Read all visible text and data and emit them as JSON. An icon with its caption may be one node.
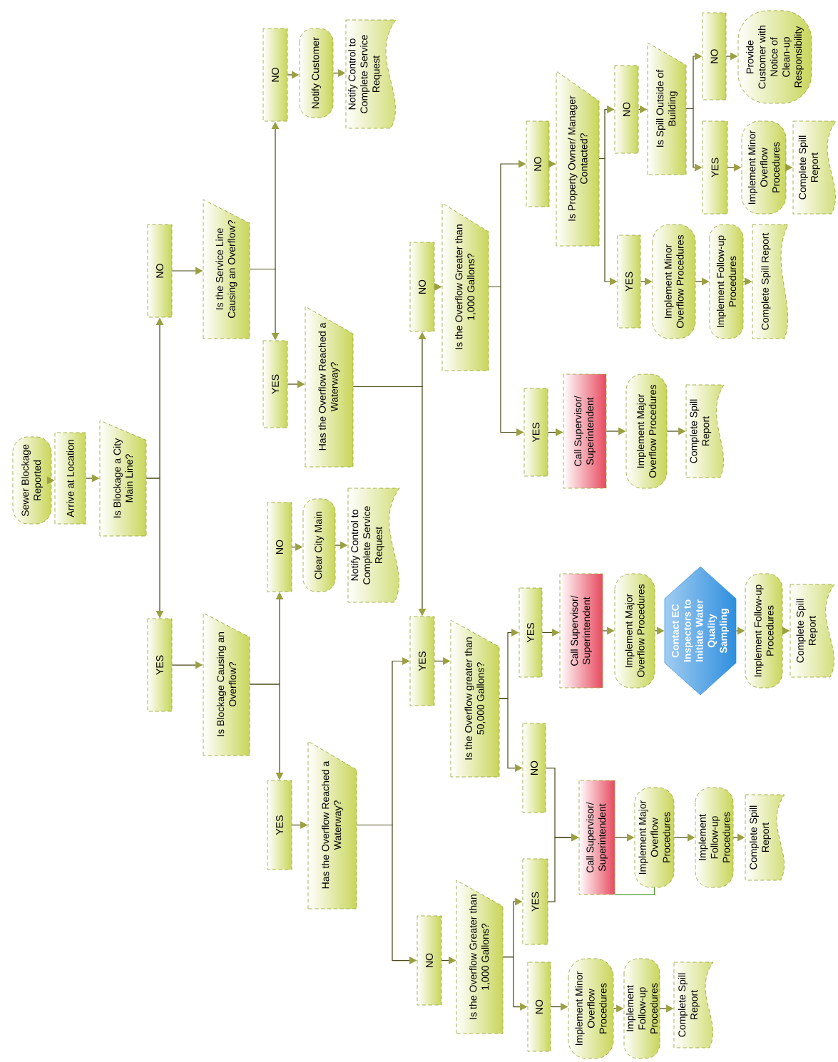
{
  "diagram": {
    "nodes": [
      {
        "text": [
          "Sewer Blockage Reported"
        ]
      },
      {
        "text": [
          "Arrive at Location"
        ]
      },
      {
        "text": [
          "Is Blockage a City Main Line?"
        ]
      },
      {
        "text": [
          "NO"
        ]
      },
      {
        "text": [
          "Is the Service Line Causing an Overflow?"
        ]
      },
      {
        "text": [
          "NO"
        ]
      },
      {
        "text": [
          "Notify Customer"
        ]
      },
      {
        "text": [
          "Notify Control to Complete Service Request"
        ]
      },
      {
        "text": [
          "YES"
        ]
      },
      {
        "text": [
          "Has the Overflow Reached a Waterway?"
        ]
      },
      {
        "text": [
          "YES"
        ]
      },
      {
        "text": [
          "Is Blockage Causing an Overflow?"
        ]
      },
      {
        "text": [
          "NO"
        ]
      },
      {
        "text": [
          "Clear City Main"
        ]
      },
      {
        "text": [
          "Notify Control to Complete Service Request"
        ]
      },
      {
        "text": [
          "YES"
        ]
      },
      {
        "text": [
          "Has the Overflow Reached a Waterway?"
        ]
      },
      {
        "text": [
          "NO"
        ]
      },
      {
        "text": [
          "Is the Overflow Greater than 1,000 Gallons?"
        ]
      },
      {
        "text": [
          "YES"
        ]
      },
      {
        "text": [
          "Call Supervisor/ Superintendent"
        ]
      },
      {
        "text": [
          "Implement Major Overflow Procedures"
        ]
      },
      {
        "text": [
          "Complete Spill Report"
        ]
      },
      {
        "text": [
          "NO"
        ]
      },
      {
        "text": [
          "Is Property Owner/ Manager Contacted?"
        ]
      },
      {
        "text": [
          "NO"
        ]
      },
      {
        "text": [
          "Is Spill Outside of Building"
        ]
      },
      {
        "text": [
          "NO"
        ]
      },
      {
        "text": [
          "Provide Customer with Notice of Clean-up Responsibility"
        ]
      },
      {
        "text": [
          "YES"
        ]
      },
      {
        "text": [
          "Implement Minor Overflow Procedures"
        ]
      },
      {
        "text": [
          "Complete Spill Report"
        ]
      },
      {
        "text": [
          "YES"
        ]
      },
      {
        "text": [
          "Implement Minor Overflow Procedures"
        ]
      },
      {
        "text": [
          "Implement Follow-up Procedures"
        ]
      },
      {
        "text": [
          "Complete Spill Report"
        ]
      },
      {
        "text": [
          "YES"
        ]
      },
      {
        "text": [
          "Is the Overflow greater than 50,000 Gallons?"
        ]
      },
      {
        "text": [
          "YES"
        ]
      },
      {
        "text": [
          "Call Supervisor/ Superintendent"
        ]
      },
      {
        "text": [
          "Implement Major Overflow Procedures"
        ]
      },
      {
        "text": [
          "Contact EC Inspectors to Initiate Water Quality Sampling"
        ]
      },
      {
        "text": [
          "Implement Follow-up Procedures"
        ]
      },
      {
        "text": [
          "Complete Spill Report"
        ]
      },
      {
        "text": [
          "NO"
        ]
      },
      {
        "text": [
          "NO"
        ]
      },
      {
        "text": [
          "Is the Overflow Greater than 1,000 Gallons?"
        ]
      },
      {
        "text": [
          "YES"
        ]
      },
      {
        "text": [
          "Call Supervisor/ Superintendent"
        ]
      },
      {
        "text": [
          "Implement Major Overflow Procedures"
        ]
      },
      {
        "text": [
          "Implement Follow-up Procedures"
        ]
      },
      {
        "text": [
          "Complete Spill Report"
        ]
      },
      {
        "text": [
          "NO"
        ]
      },
      {
        "text": [
          "Implement Minor Overflow Procedures"
        ]
      },
      {
        "text": [
          "Implement Follow-up Procedures"
        ]
      },
      {
        "text": [
          "Complete Spill Report"
        ]
      }
    ],
    "edges": [
      {
        "from": 0,
        "to": 1,
        "arrow": "to"
      },
      {
        "from": 1,
        "to": 2,
        "arrow": "to"
      },
      {
        "from": 2,
        "to": 3,
        "arrow": "to"
      },
      {
        "from": 2,
        "to": 10,
        "arrow": "to"
      },
      {
        "from": 3,
        "to": 4,
        "arrow": "to"
      },
      {
        "from": 4,
        "to": 5,
        "arrow": "to"
      },
      {
        "from": 4,
        "to": 8,
        "arrow": "to"
      },
      {
        "from": 5,
        "to": 6,
        "arrow": "to"
      },
      {
        "from": 6,
        "to": 7,
        "arrow": "to"
      },
      {
        "from": 8,
        "to": 9,
        "arrow": "to"
      },
      {
        "from": 9,
        "to": 17,
        "arrow": "to"
      },
      {
        "from": 9,
        "to": 36,
        "arrow": "to"
      },
      {
        "from": 10,
        "to": 11,
        "arrow": "to"
      },
      {
        "from": 11,
        "to": 12,
        "arrow": "to"
      },
      {
        "from": 11,
        "to": 15,
        "arrow": "to"
      },
      {
        "from": 12,
        "to": 13,
        "arrow": "to"
      },
      {
        "from": 13,
        "to": 14,
        "arrow": "to"
      },
      {
        "from": 15,
        "to": 16,
        "arrow": "to"
      },
      {
        "from": 16,
        "to": 36,
        "arrow": "to"
      },
      {
        "from": 16,
        "to": 45,
        "arrow": "to"
      },
      {
        "from": 17,
        "to": 18,
        "arrow": "to"
      },
      {
        "from": 18,
        "to": 23,
        "arrow": "to"
      },
      {
        "from": 18,
        "to": 19,
        "arrow": "to"
      },
      {
        "from": 19,
        "to": 20,
        "arrow": "to"
      },
      {
        "from": 20,
        "to": 21,
        "arrow": "to"
      },
      {
        "from": 21,
        "to": 22,
        "arrow": "to"
      },
      {
        "from": 23,
        "to": 24,
        "arrow": "to"
      },
      {
        "from": 24,
        "to": 25,
        "arrow": "to"
      },
      {
        "from": 24,
        "to": 32,
        "arrow": "to"
      },
      {
        "from": 25,
        "to": 26,
        "arrow": "to"
      },
      {
        "from": 26,
        "to": 27,
        "arrow": "to"
      },
      {
        "from": 26,
        "to": 29,
        "arrow": "to"
      },
      {
        "from": 27,
        "to": 28,
        "arrow": "to"
      },
      {
        "from": 29,
        "to": 30,
        "arrow": "to"
      },
      {
        "from": 30,
        "to": 31,
        "arrow": "to"
      },
      {
        "from": 32,
        "to": 33,
        "arrow": "to"
      },
      {
        "from": 33,
        "to": 34,
        "arrow": "to"
      },
      {
        "from": 34,
        "to": 35,
        "arrow": "to"
      },
      {
        "from": 36,
        "to": 37,
        "arrow": "to"
      },
      {
        "from": 37,
        "to": 38,
        "arrow": "to"
      },
      {
        "from": 37,
        "to": 44,
        "arrow": "to"
      },
      {
        "from": 38,
        "to": 39,
        "arrow": "to"
      },
      {
        "from": 39,
        "to": 40,
        "arrow": "to"
      },
      {
        "from": 40,
        "to": 41,
        "arrow": "to"
      },
      {
        "from": 41,
        "to": 42,
        "arrow": "to"
      },
      {
        "from": 42,
        "to": 43,
        "arrow": "to"
      },
      {
        "from": 44,
        "to": 48,
        "arrow": "to"
      },
      {
        "from": 45,
        "to": 46,
        "arrow": "to"
      },
      {
        "from": 46,
        "to": 47,
        "arrow": "to"
      },
      {
        "from": 46,
        "to": 52,
        "arrow": "to"
      },
      {
        "from": 47,
        "to": 48,
        "arrow": "to"
      },
      {
        "from": 48,
        "to": 49,
        "arrow": "to"
      },
      {
        "from": 49,
        "to": 50,
        "arrow": "to"
      },
      {
        "from": 50,
        "to": 51,
        "arrow": "to"
      },
      {
        "from": 52,
        "to": 53,
        "arrow": "to"
      },
      {
        "from": 53,
        "to": 54,
        "arrow": "to"
      },
      {
        "from": 54,
        "to": 55,
        "arrow": "to"
      },
      {
        "from": 48,
        "to": 49,
        "arrow": "none",
        "color": "#4e9a2a"
      }
    ]
  }
}
